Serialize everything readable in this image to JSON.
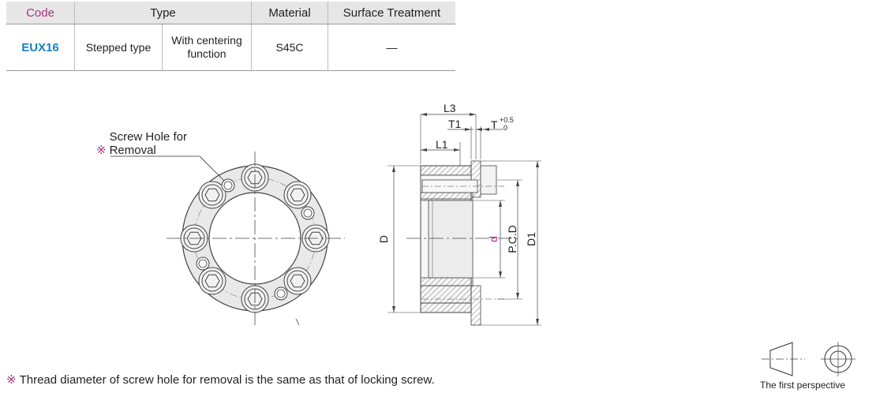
{
  "table": {
    "headers": {
      "code": "Code",
      "type": "Type",
      "material": "Material",
      "surface_treatment": "Surface Treatment"
    },
    "row": {
      "code": "EUX16",
      "type_main": "Stepped type",
      "type_sub": "With centering function",
      "material": "S45C",
      "surface_treatment": "—"
    }
  },
  "drawing": {
    "screw_hole_mark": "※",
    "screw_hole_label": "Screw Hole for Removal",
    "dims": {
      "L3": "L3",
      "T1": "T1",
      "L1": "L1",
      "T": "T",
      "T_tol_plus": "+0.5",
      "T_tol_minus": "0",
      "D": "D",
      "d": "d",
      "PCD": "P.C.D",
      "D1": "D1"
    }
  },
  "footnote": {
    "mark": "※",
    "text": "Thread diameter of screw hole for removal is the same as that of locking screw."
  },
  "projection_label": "The first perspective",
  "colors": {
    "code_header": "#a0377f",
    "code_value": "#1a7fc1",
    "d_label": "#c0208c",
    "header_bg": "#e6e6e6"
  }
}
